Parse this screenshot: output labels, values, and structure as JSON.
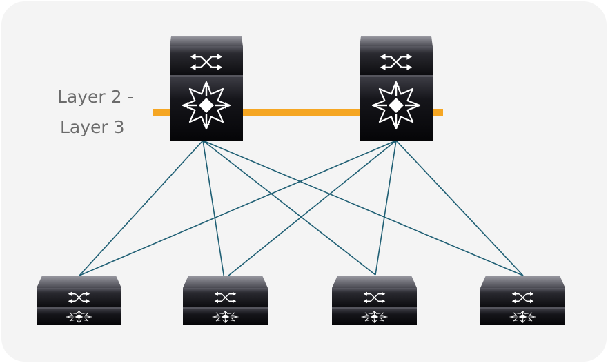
{
  "diagram": {
    "label_lines": [
      "Layer 2 -",
      "Layer 3"
    ],
    "colors": {
      "background": "#f4f4f4",
      "boundary": "#f5a623",
      "link": "#1f5f74",
      "device_dark": "#0d0d10",
      "device_light": "#3a3a42",
      "icon": "#ffffff"
    },
    "core_devices": [
      {
        "id": "core-1",
        "kind": "multilayer-switch"
      },
      {
        "id": "core-2",
        "kind": "multilayer-switch"
      }
    ],
    "access_devices": [
      {
        "id": "access-1",
        "kind": "multilayer-switch"
      },
      {
        "id": "access-2",
        "kind": "multilayer-switch"
      },
      {
        "id": "access-3",
        "kind": "multilayer-switch"
      },
      {
        "id": "access-4",
        "kind": "multilayer-switch"
      }
    ],
    "links": [
      [
        "core-1",
        "access-1"
      ],
      [
        "core-1",
        "access-2"
      ],
      [
        "core-1",
        "access-3"
      ],
      [
        "core-1",
        "access-4"
      ],
      [
        "core-2",
        "access-1"
      ],
      [
        "core-2",
        "access-2"
      ],
      [
        "core-2",
        "access-3"
      ],
      [
        "core-2",
        "access-4"
      ]
    ]
  }
}
